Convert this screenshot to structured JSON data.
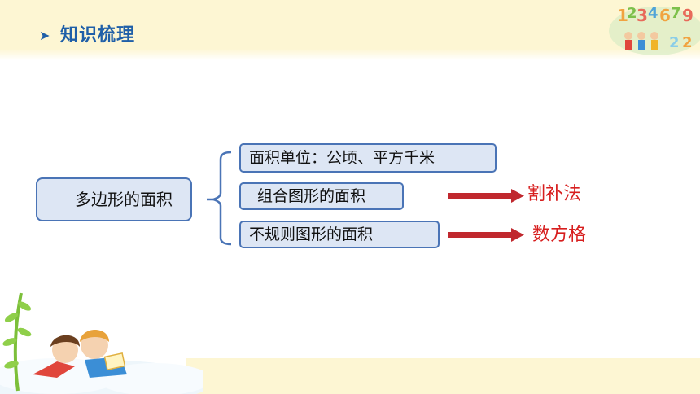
{
  "header": {
    "title": "知识梳理",
    "bullet_icon": "arrow-right-bullet-icon"
  },
  "mindmap": {
    "root": "多边形的面积",
    "branches": [
      {
        "label": "面积单位：公顷、平方千米"
      },
      {
        "label": "组合图形的面积",
        "method": "割补法"
      },
      {
        "label": "不规则图形的面积",
        "method": "数方格"
      }
    ]
  },
  "colors": {
    "accent": "#1f5fa8",
    "box_border": "#4a74b6",
    "box_fill": "#dde6f4",
    "arrow": "#c0282e",
    "method_text": "#d71e1e"
  }
}
